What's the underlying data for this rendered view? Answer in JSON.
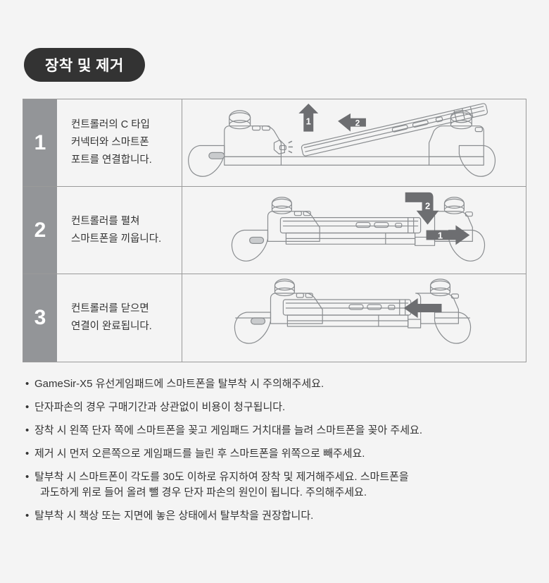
{
  "section": {
    "badge_label": "장착 및 제거"
  },
  "colors": {
    "page_background": "#f4f4f4",
    "badge_background": "#333333",
    "badge_text": "#ffffff",
    "step_number_background": "#939598",
    "step_number_text": "#ffffff",
    "table_border": "#9a9a9a",
    "body_text": "#333333",
    "illustration_line": "#8a8d90",
    "arrow_fill": "#6d6e71"
  },
  "steps": [
    {
      "number": "1",
      "text_lines": [
        "컨트롤러의 C 타입",
        "커넥터와 스마트폰",
        "포트를 연결합니다."
      ],
      "figure": {
        "name": "controller-connect-phone-illustration",
        "arrows": [
          {
            "label": "1",
            "direction": "up"
          },
          {
            "label": "2",
            "direction": "left"
          }
        ]
      }
    },
    {
      "number": "2",
      "text_lines": [
        "컨트롤러를 펼쳐",
        "스마트폰을 끼웁니다."
      ],
      "figure": {
        "name": "controller-extend-insert-phone-illustration",
        "arrows": [
          {
            "label": "1",
            "direction": "right"
          },
          {
            "label": "2",
            "direction": "down"
          }
        ]
      }
    },
    {
      "number": "3",
      "text_lines": [
        "컨트롤러를 닫으면",
        "연결이 완료됩니다."
      ],
      "figure": {
        "name": "controller-closed-illustration",
        "arrows": [
          {
            "label": "",
            "direction": "left"
          }
        ]
      }
    }
  ],
  "notes": {
    "bullet": "•",
    "items": [
      {
        "lines": [
          "GameSir-X5 유선게임패드에 스마트폰을 탈부착 시 주의해주세요."
        ]
      },
      {
        "lines": [
          "단자파손의 경우 구매기간과 상관없이 비용이 청구됩니다."
        ]
      },
      {
        "lines": [
          "장착 시 왼쪽 단자 쪽에 스마트폰을 꽂고 게임패드 거치대를 늘려 스마트폰을 꽂아 주세요."
        ]
      },
      {
        "lines": [
          "제거 시 먼저 오른쪽으로 게임패드를 늘린 후 스마트폰을 위쪽으로 빼주세요."
        ]
      },
      {
        "lines": [
          "탈부착 시 스마트폰이 각도를 30도 이하로 유지하여 장착 및 제거해주세요. 스마트폰을",
          "과도하게 위로 들어 올려 뺄 경우 단자 파손의 원인이 됩니다. 주의해주세요."
        ]
      },
      {
        "lines": [
          "탈부착 시 책상 또는 지면에 놓은 상태에서 탈부착을 권장합니다."
        ]
      }
    ]
  }
}
